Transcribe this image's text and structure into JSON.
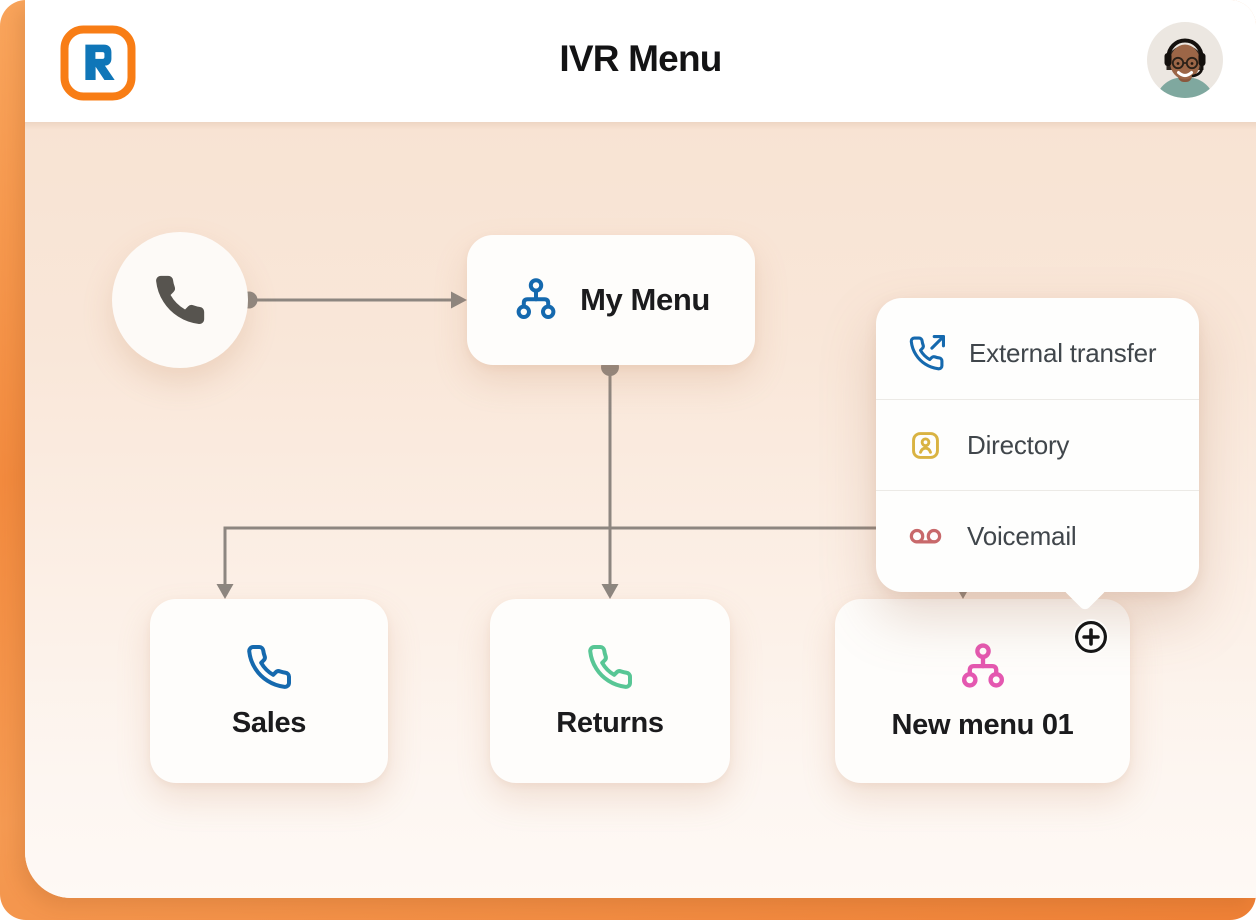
{
  "header": {
    "title": "IVR Menu",
    "logo_name": "RingCentral",
    "avatar_name": "support agent with headset"
  },
  "flow": {
    "entry": {
      "icon": "phone-filled-icon"
    },
    "root_node": {
      "label": "My Menu",
      "icon": "menu-tree-icon"
    },
    "child_nodes": [
      {
        "label": "Sales",
        "icon": "phone-outline-icon"
      },
      {
        "label": "Returns",
        "icon": "phone-outline-icon"
      },
      {
        "label": "New menu 01",
        "icon": "menu-tree-icon"
      }
    ],
    "context_menu": {
      "items": [
        {
          "label": "External transfer",
          "icon": "external-transfer-icon"
        },
        {
          "label": "Directory",
          "icon": "directory-icon"
        },
        {
          "label": "Voicemail",
          "icon": "voicemail-icon"
        }
      ]
    },
    "add_button": {
      "icon": "plus-circle-icon"
    }
  },
  "colors": {
    "frame_orange": "#f28a3e",
    "logo_orange": "#f87d15",
    "logo_blue": "#0f76b8",
    "node_blue": "#1569ae",
    "returns_green": "#58c695",
    "new_menu_pink": "#e458b0",
    "directory_yellow": "#d9b342",
    "voicemail_rose": "#c8696b",
    "connector_gray": "#8d8680",
    "canvas_peach_top": "#f8e3d3",
    "canvas_peach_bottom": "#fef9f5"
  }
}
